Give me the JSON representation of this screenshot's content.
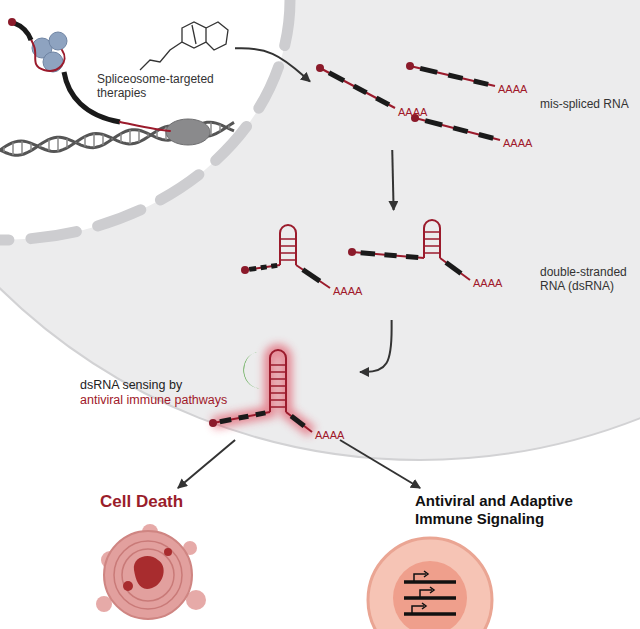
{
  "diagram": {
    "nodes": [
      {
        "text": [
          "Spliceosome-targeted therapies"
        ]
      },
      {
        "text": [
          "mis-spliced RNA"
        ]
      },
      {
        "text": [
          "double-stranded RNA (dsRNA)"
        ]
      },
      {
        "text": [
          "dsRNA sensing by",
          "antiviral immune pathways"
        ]
      },
      {
        "text": [
          "Cell Death"
        ]
      },
      {
        "text": [
          "Antiviral and Adaptive Immune Signaling"
        ]
      }
    ],
    "edges": [
      {
        "from": 0,
        "to": 1,
        "arrow": "to"
      },
      {
        "from": 1,
        "to": 2,
        "arrow": "to"
      },
      {
        "from": 2,
        "to": 3,
        "arrow": "to"
      },
      {
        "from": 3,
        "to": 4,
        "arrow": "to"
      },
      {
        "from": 3,
        "to": 5,
        "arrow": "to"
      }
    ],
    "labels": [
      "AAAA",
      "AAAA",
      "AAAA",
      "AAAA",
      "AAAA",
      "AAAA"
    ]
  }
}
